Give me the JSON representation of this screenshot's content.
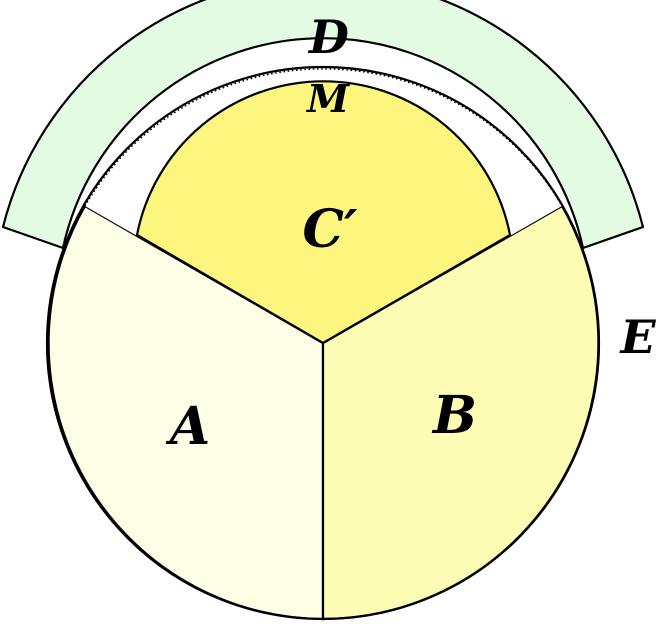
{
  "diagram": {
    "labels": {
      "a": "A",
      "b": "B",
      "c": "C′",
      "d": "D",
      "m": "M",
      "e": "E"
    },
    "colors": {
      "band_d": "#e3fbe3",
      "region_a": "#fefde6",
      "region_b": "#fdfcb5",
      "region_c": "#fcf57e",
      "outline": "#000000"
    }
  }
}
